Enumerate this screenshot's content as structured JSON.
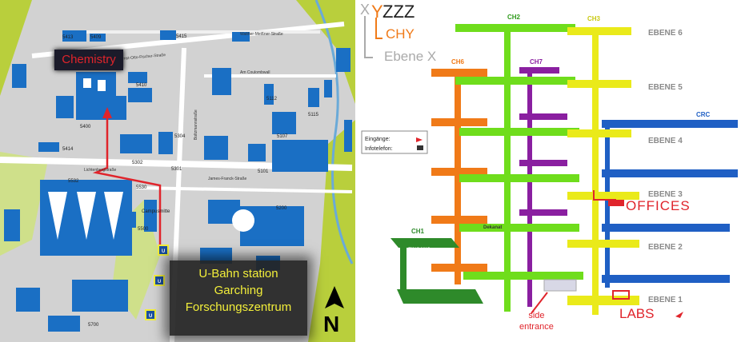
{
  "map": {
    "chemistry_label": "Chemistry",
    "ubahn_label": [
      "U-Bahn station",
      "Garching",
      "Forschungszentrum"
    ],
    "north_label": "N",
    "streets": [
      "Walther-Meißner-Straße",
      "Ernst-Otto-Fischer-Straße",
      "Am Coulombwall",
      "Lichtenbergstraße",
      "James-Franck-Straße",
      "Boltzmannstraße"
    ],
    "building_codes": [
      "5413",
      "5409",
      "5415",
      "5410",
      "5400",
      "5414",
      "5302",
      "5304",
      "5301",
      "5101",
      "5107",
      "5112",
      "5115",
      "5532",
      "5530",
      "5500",
      "5200",
      "5700"
    ],
    "poi_labels": [
      "Campusmitte"
    ],
    "station_marker": "U",
    "colors": {
      "buildings": "#1a6fc4",
      "green": "#b7cc3a",
      "route": "#e0242b"
    }
  },
  "diagram": {
    "legend": {
      "z": "ZZZ",
      "y": "Y",
      "x": "X",
      "chy": "CHY",
      "ebene": "Ebene X"
    },
    "levels": [
      "EBENE 6",
      "EBENE 5",
      "EBENE 4",
      "EBENE 3",
      "EBENE 2",
      "EBENE 1"
    ],
    "wings": [
      "CH2",
      "CH3",
      "CH6",
      "CH7",
      "CRC",
      "CH1"
    ],
    "info": {
      "entrances": "Eingänge:",
      "phone": "Infotelefon:"
    },
    "labels": {
      "eingang": "EINGANG",
      "dekanat": "Dekanat",
      "offices": "OFFICES",
      "labs": "LABS",
      "side_entrance": [
        "side",
        "entrance"
      ]
    },
    "colors": {
      "ch2": "#6fdd1c",
      "ch3": "#eaea1a",
      "ch6": "#f07a18",
      "ch7": "#8a1fa0",
      "crc": "#1f5fc4",
      "ch1": "#2e8a2a",
      "accent": "#e0242b"
    }
  }
}
